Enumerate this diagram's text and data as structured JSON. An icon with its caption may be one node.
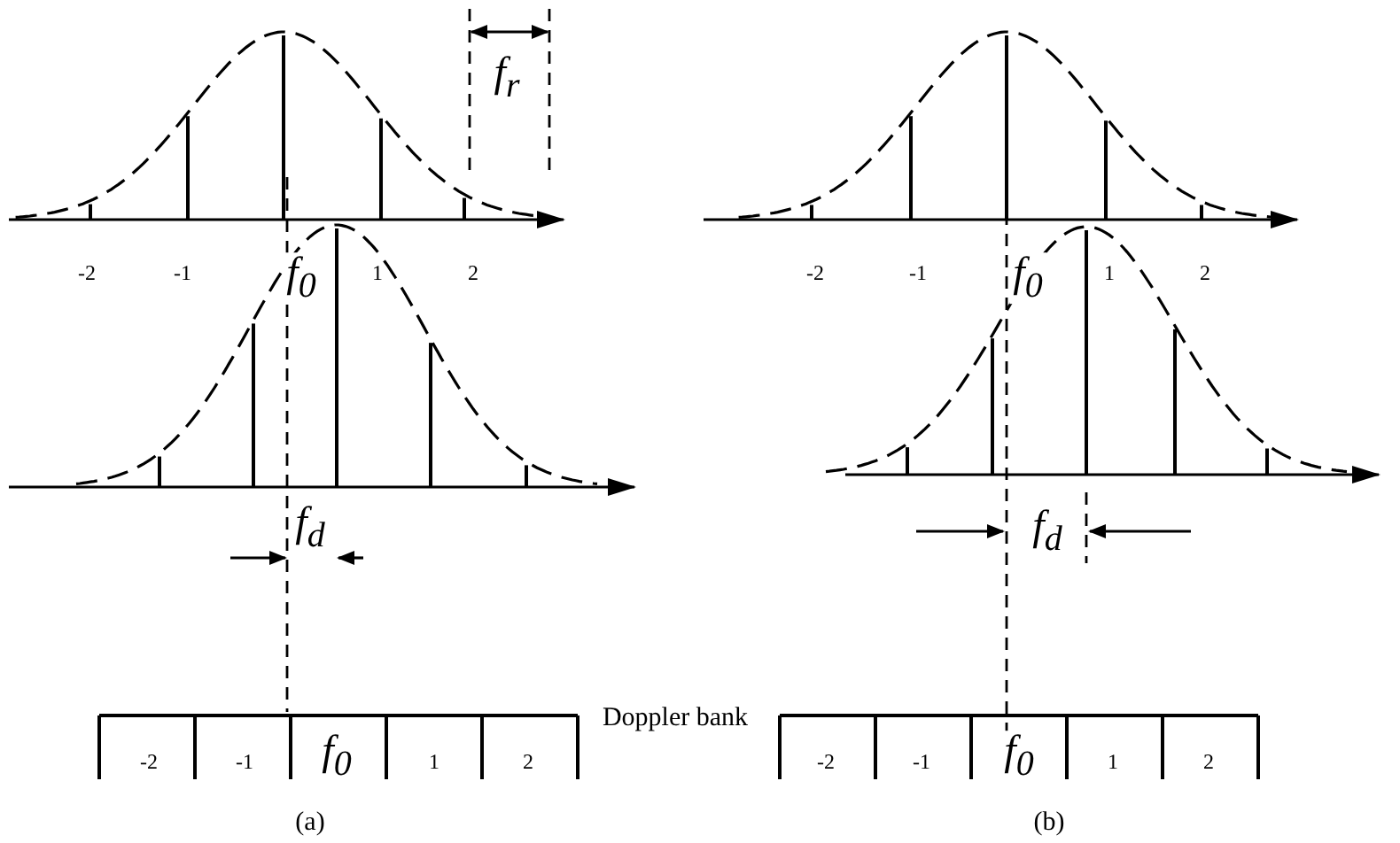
{
  "diagram": {
    "labels": [
      "f$_{r}$",
      "-2",
      "-1",
      "f$_{0}$",
      "1",
      "2",
      "-2",
      "-1",
      "f$_{0}$",
      "1",
      "2",
      "f$_{d}$",
      "f$_{d}$",
      "-2",
      "-1",
      "f$_{0}$",
      "1",
      "2",
      "Doppler bank",
      "-2",
      "-1",
      "f$_{0}$",
      "1",
      "2",
      "(a)",
      "(b)"
    ]
  }
}
